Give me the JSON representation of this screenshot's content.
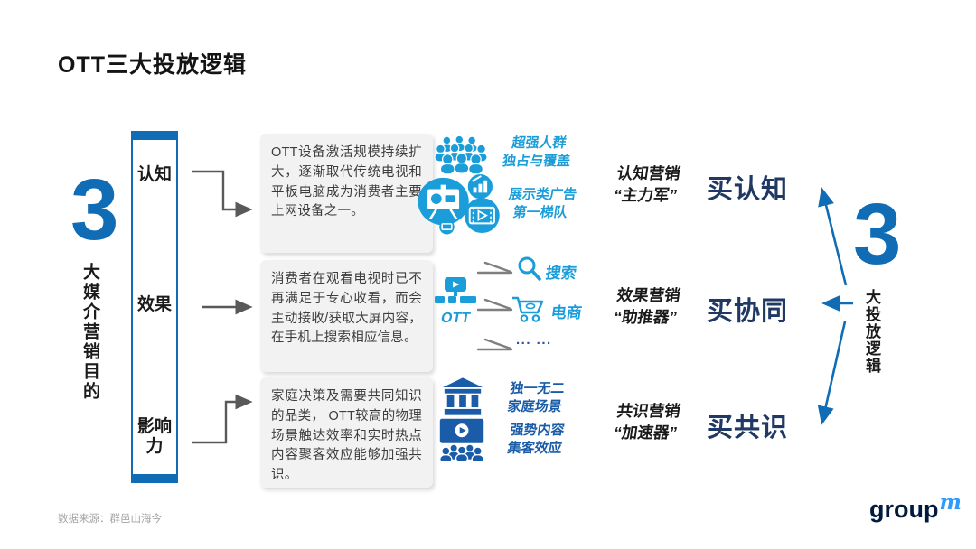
{
  "title": "OTT三大投放逻辑",
  "left_panel": {
    "big_number": "3",
    "vertical_label": "大媒介营销目的",
    "bracket": {
      "items": [
        "认知",
        "效果",
        "影响力"
      ]
    }
  },
  "rows": [
    {
      "description": "OTT设备激活规模持续扩大，逐渐取代传统电视和平板电脑成为消费者主要上网设备之一。",
      "highlight1": "超强人群\n独占与覆盖",
      "highlight2": "展示类广告\n第一梯队",
      "marketing_label": "认知营销\n“主力军”",
      "buy_label": "买认知"
    },
    {
      "description": "消费者在观看电视时已不再满足于专心收看，而会主动接收/获取大屏内容，在手机上搜索相应信息。",
      "ott_label": "OTT",
      "target1": "搜索",
      "target2": "电商",
      "target3": "... ...",
      "marketing_label": "效果营销\n“助推器”",
      "buy_label": "买协同"
    },
    {
      "description": "家庭决策及需要共同知识的品类， OTT较高的物理场景触达效率和实时热点内容聚客效应能够加强共识。",
      "highlight1": "独一无二\n家庭场景",
      "highlight2": "强势内容\n集客效应",
      "marketing_label": "共识营销\n“加速器”",
      "buy_label": "买共识"
    }
  ],
  "right_panel": {
    "big_number": "3",
    "vertical_label": "大投放逻辑"
  },
  "footer": {
    "source": "数据来源：群邑山海今",
    "logo_group": "group",
    "logo_m": "m"
  },
  "colors": {
    "primary_blue": "#0F6CB5",
    "cyan": "#1A9DD9",
    "dark_blue": "#1A5CA8",
    "navy_text": "#1F3864",
    "box_bg": "#F2F2F2",
    "connector_gray": "#595959"
  }
}
